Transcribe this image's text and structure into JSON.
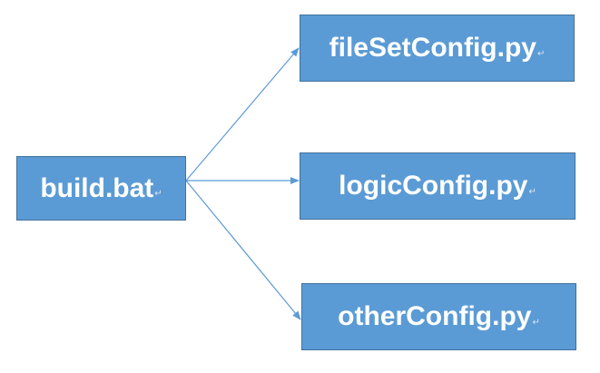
{
  "diagram": {
    "node_color": "#5b9bd5",
    "border_color": "#41719c",
    "edge_color": "#5b9bd5",
    "text_color": "#ffffff",
    "nodes": {
      "build": {
        "label": "build.bat"
      },
      "fileset": {
        "label": "fileSetConfig.py"
      },
      "logic": {
        "label": "logicConfig.py"
      },
      "other": {
        "label": "otherConfig.py"
      }
    },
    "edges": [
      {
        "from": "build.bat",
        "to": "fileSetConfig.py"
      },
      {
        "from": "build.bat",
        "to": "logicConfig.py"
      },
      {
        "from": "build.bat",
        "to": "otherConfig.py"
      }
    ],
    "paragraph_mark": "↵"
  }
}
